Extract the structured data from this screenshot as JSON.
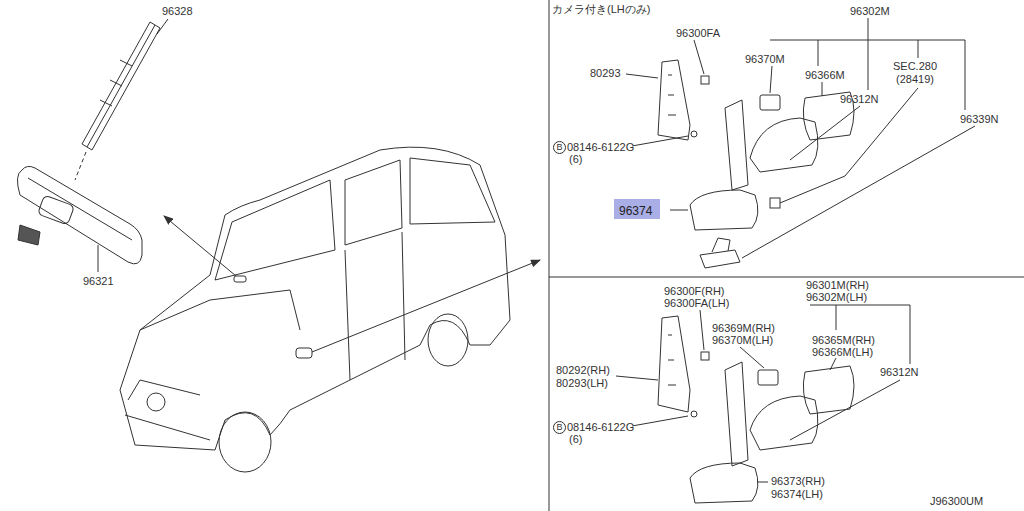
{
  "diagram": {
    "nodes": [
      {
        "text": [
          "96374"
        ]
      }
    ],
    "labels": [
      "96328",
      "96321",
      "カメラ付き(LHのみ)",
      "96300FA",
      "96302M",
      "80293",
      "96370M",
      "96366M",
      "SEC.280",
      "(28419)",
      "96312N",
      "96339N",
      "B",
      "08146-6122G",
      "(6)",
      "96300F(RH)",
      "96300FA(LH)",
      "96301M(RH)",
      "96302M(LH)",
      "96369M(RH)",
      "96370M(LH)",
      "96365M(RH)",
      "96366M(LH)",
      "80292(RH)",
      "80293(LH)",
      "96312N",
      "B",
      "08146-6122G",
      "(6)",
      "96373(RH)",
      "96374(LH)",
      "J96300UM"
    ]
  }
}
